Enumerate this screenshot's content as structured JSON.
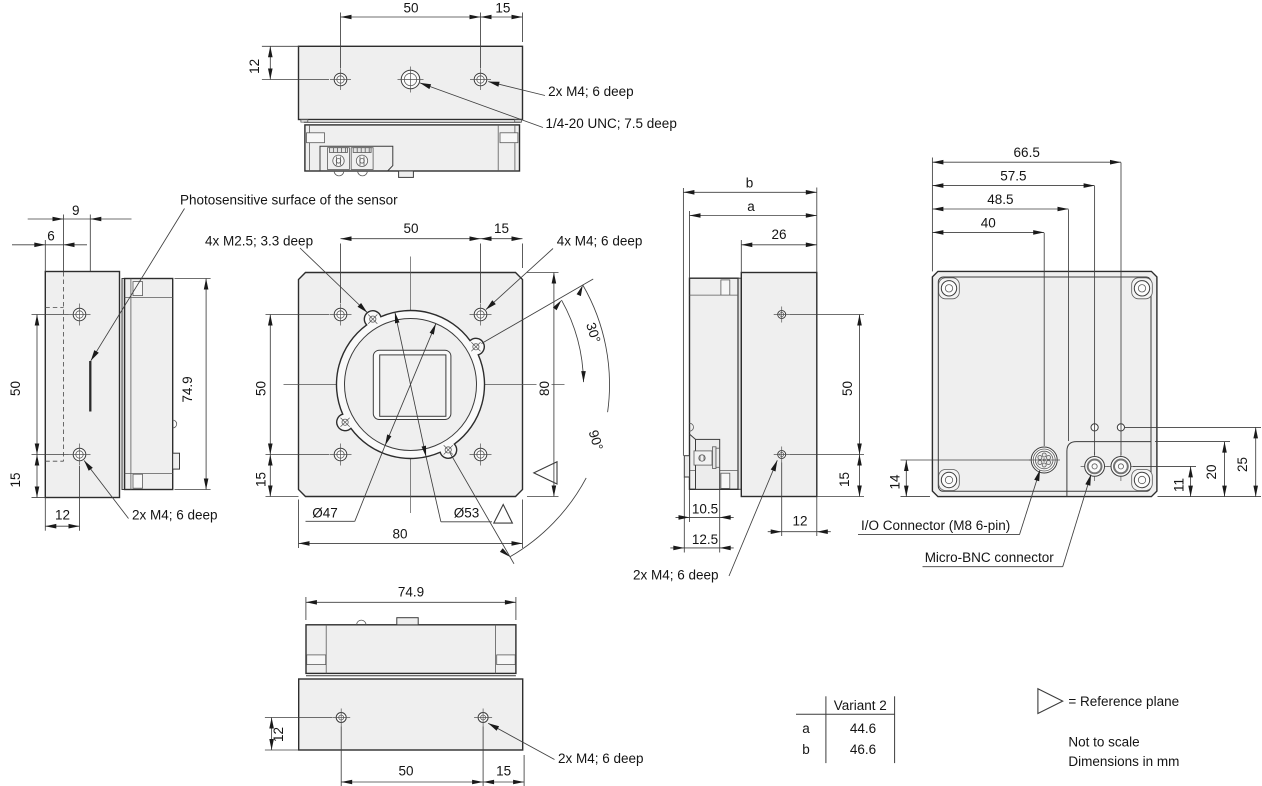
{
  "document": {
    "kind": "technical dimension drawing",
    "subject": "camera housing with lens flange, side/top/bottom/back views"
  },
  "views": {
    "top": {
      "dims": {
        "hole_spacing": "50",
        "hole_edge": "15",
        "hole_face_offset": "12"
      },
      "callouts": {
        "side_holes": "2x M4; 6 deep",
        "tripod": "1/4-20 UNC; 7.5 deep"
      }
    },
    "left": {
      "dims": {
        "sensor_offset": "9",
        "flange_offset": "6",
        "hole_spacing": "50",
        "hole_edge": "15",
        "plate_height": "74.9",
        "hole_face_offset": "12"
      },
      "callouts": {
        "side_holes": "2x M4; 6 deep",
        "sensor": "Photosensitive surface of the sensor"
      }
    },
    "front": {
      "dims": {
        "top_spacing": "50",
        "top_edge": "15",
        "side_spacing": "50",
        "side_edge": "15",
        "height": "80",
        "width": "80",
        "flange_inner": "Ø47",
        "flange_outer": "Ø53",
        "angle_small": "30°",
        "angle_large": "90°"
      },
      "callouts": {
        "flange_holes": "4x M2.5; 3.3 deep",
        "front_holes": "4x M4; 6 deep"
      }
    },
    "right": {
      "dims": {
        "depth_total_b": "b",
        "depth_total_a": "a",
        "front_depth": "26",
        "hole_spacing": "50",
        "hole_edge": "15",
        "step_1": "10.5",
        "step_2": "12.5",
        "hole_face_offset": "12"
      },
      "callouts": {
        "side_holes": "2x M4; 6 deep"
      }
    },
    "back": {
      "dims": {
        "w1": "66.5",
        "w2": "57.5",
        "w3": "48.5",
        "w4": "40",
        "io_height": "14",
        "bnc_height": "11",
        "channel_height": "20",
        "aux_height": "25"
      },
      "callouts": {
        "io": "I/O Connector (M8 6-pin)",
        "bnc": "Micro-BNC connector"
      }
    },
    "bottom": {
      "dims": {
        "body_width": "74.9",
        "hole_face_offset": "12",
        "hole_spacing": "50",
        "hole_edge": "15"
      },
      "callouts": {
        "bottom_holes": "2x M4; 6 deep"
      }
    }
  },
  "variant_table": {
    "header": "Variant 2",
    "rows": [
      {
        "name": "a",
        "value": "44.6"
      },
      {
        "name": "b",
        "value": "46.6"
      }
    ]
  },
  "legend": {
    "reference_plane": "= Reference plane",
    "scale_note": "Not to scale",
    "units": "Dimensions in mm"
  }
}
